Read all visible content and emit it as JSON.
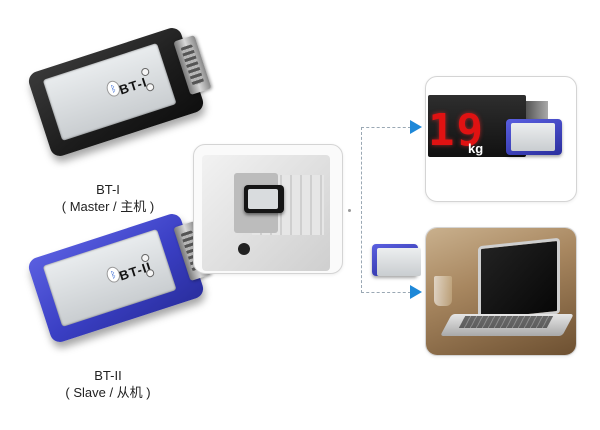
{
  "devices": [
    {
      "name": "BT-I",
      "caption_line1": "BT-I",
      "caption_line2": "( Master / 主机 )",
      "color": "#1c1c1c"
    },
    {
      "name": "BT-II",
      "caption_line1": "BT-II",
      "caption_line2": "( Slave / 从机 )",
      "color": "#3a3fc4"
    }
  ],
  "display": {
    "digits": "19",
    "unit": "kg"
  },
  "accent_color": "#1e88d8",
  "icons": [
    "bluetooth-icon",
    "arrow-right-icon"
  ]
}
